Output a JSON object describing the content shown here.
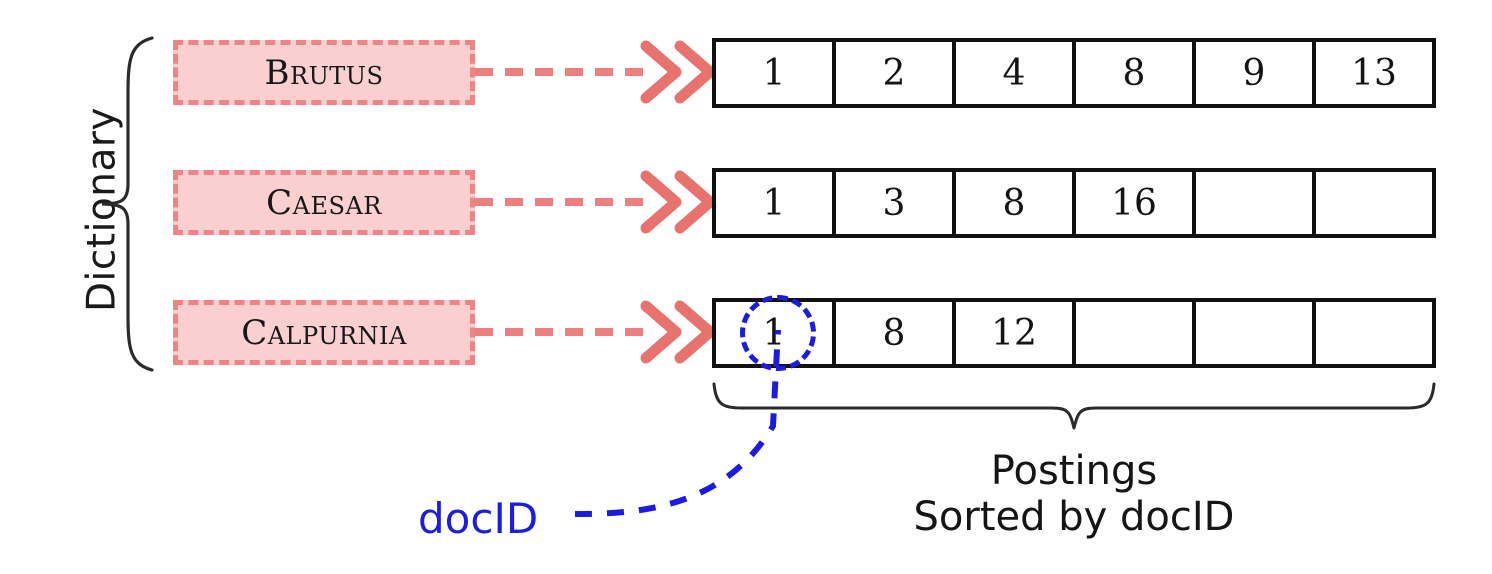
{
  "diagram": {
    "dictionary_label": "Dictionary",
    "postings_caption_line1": "Postings",
    "postings_caption_line2": "Sorted by docID",
    "docid_label": "docID",
    "colors": {
      "term_fill": "#f9cfcf",
      "term_border": "#ee8484",
      "connector": "#ee7f7f",
      "arrowhead": "#e8736e",
      "highlight": "#1c1ce0",
      "docid_text": "#1d1de2",
      "table_border": "#111111",
      "text": "#151515"
    },
    "entries": [
      {
        "term": "Brutus",
        "postings": [
          "1",
          "2",
          "4",
          "8",
          "9",
          "13"
        ],
        "cells": [
          "1",
          "2",
          "4",
          "8",
          "9",
          "13"
        ]
      },
      {
        "term": "Caesar",
        "postings": [
          "1",
          "3",
          "8",
          "16"
        ],
        "cells": [
          "1",
          "3",
          "8",
          "16",
          "",
          ""
        ]
      },
      {
        "term": "Calpurnia",
        "postings": [
          "1",
          "8",
          "12"
        ],
        "cells": [
          "1",
          "8",
          "12",
          "",
          "",
          ""
        ]
      }
    ],
    "icons": {
      "arrowhead": "double-chevron-right-icon",
      "dictionary_brace": "curly-brace-left-icon",
      "postings_brace": "curly-brace-bottom-icon",
      "highlight": "dashed-circle-icon"
    }
  }
}
